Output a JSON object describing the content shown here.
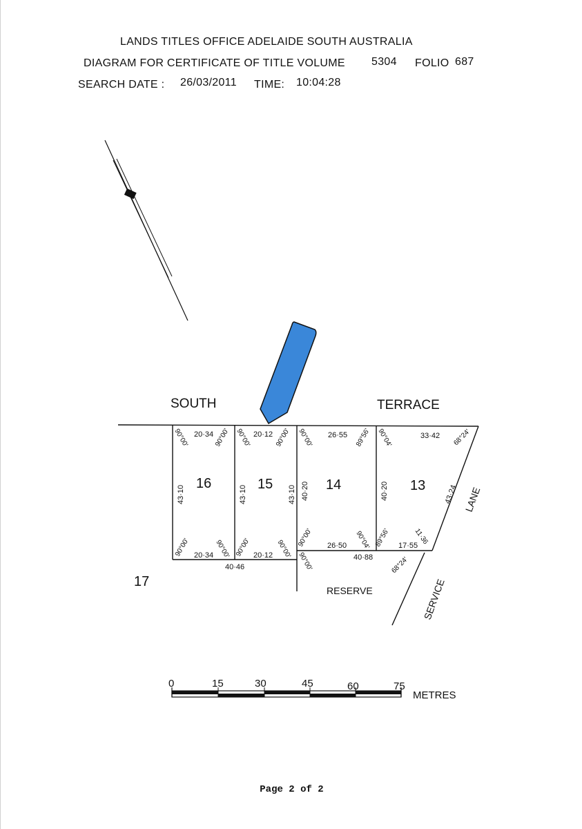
{
  "header": {
    "office": "LANDS TITLES OFFICE  ADELAIDE  SOUTH AUSTRALIA",
    "diagram_label": "DIAGRAM FOR CERTIFICATE OF TITLE VOLUME",
    "volume": "5304",
    "folio_label": "FOLIO",
    "folio": "687",
    "search_date_label": "SEARCH DATE :",
    "search_date": "26/03/2011",
    "time_label": "TIME:",
    "time": "10:04:28"
  },
  "streets": {
    "south": "SOUTH",
    "terrace": "TERRACE",
    "lane": "LANE",
    "service": "SERVICE",
    "reserve": "RESERVE"
  },
  "lots": {
    "lot16": "16",
    "lot15": "15",
    "lot14": "14",
    "lot13": "13",
    "lot17": "17"
  },
  "dimensions": {
    "l16_top": "20·34",
    "l15_top": "20·12",
    "l14_top": "26·55",
    "l13_top": "33·42",
    "l16_bottom": "20·34",
    "l15_bottom": "20·12",
    "l14_bottom": "26·50",
    "l13_bottom": "17·55",
    "total_left": "40·46",
    "total_right": "40·88",
    "side_16": "43·10",
    "side_15a": "43·10",
    "side_15b": "43·10",
    "side_14": "40·20",
    "side_13": "40·20",
    "side_lane": "43·24",
    "side_diag": "11·36",
    "a_90": "90°00'",
    "a_8956": "89°56'",
    "a_9004": "90°04'",
    "a_6824": "68°24'"
  },
  "scale": {
    "ticks": [
      "0",
      "15",
      "30",
      "45",
      "60",
      "75"
    ],
    "unit": "METRES"
  },
  "marker_color": "#3a87d9",
  "footer": "Page 2 of 2"
}
